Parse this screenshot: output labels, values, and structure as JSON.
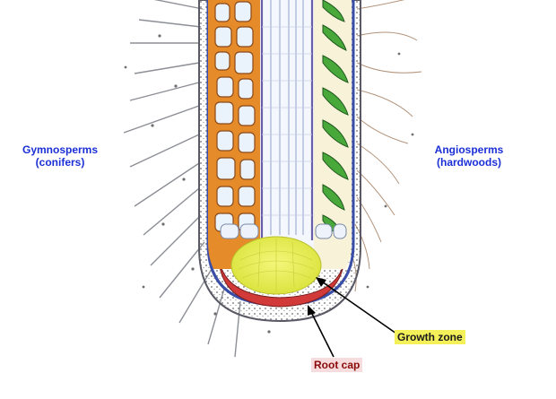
{
  "labels": {
    "gymnosperms": [
      "Gymnosperms",
      "(conifers)"
    ],
    "angiosperms": [
      "Angiosperms",
      "(hardwoods)"
    ],
    "growth_zone": "Growth zone",
    "root_cap": "Root cap"
  },
  "colors": {
    "label_blue": "#1a2fd6",
    "growth_zone_highlight": "#f3f05a",
    "root_cap_text": "#8a0a0a",
    "meristem_yellow": "#e6ec3a",
    "cap_red": "#d23a3a",
    "cortex_orange": "#e28a2a",
    "vessel_green": "#3a9a3a"
  }
}
